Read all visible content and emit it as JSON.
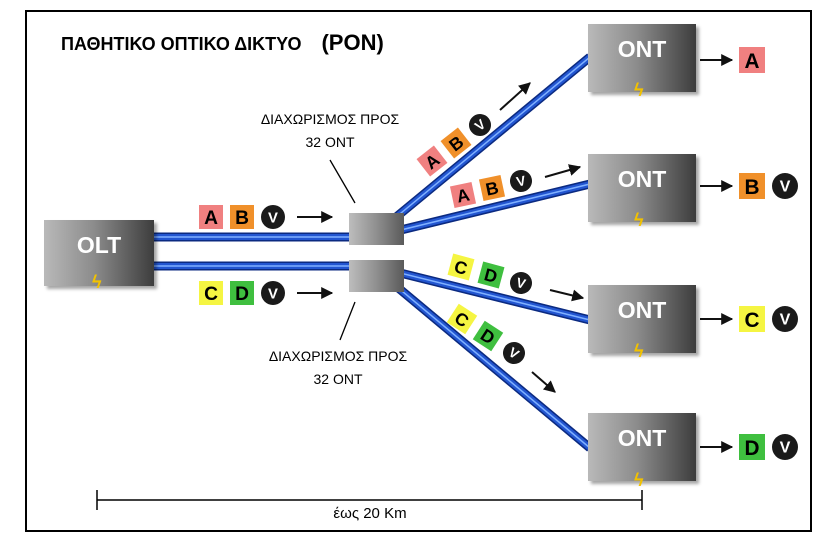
{
  "title": {
    "main": "ΠΑΘΗΤΙΚΟ ΟΠΤΙΚΟ ΔΙΚΤΥΟ",
    "acronym": "(PON)"
  },
  "olt": {
    "label": "OLT"
  },
  "onts": [
    {
      "label": "ONT",
      "outputs": [
        "A"
      ]
    },
    {
      "label": "ONT",
      "outputs": [
        "B",
        "V"
      ]
    },
    {
      "label": "ONT",
      "outputs": [
        "C",
        "V"
      ]
    },
    {
      "label": "ONT",
      "outputs": [
        "D",
        "V"
      ]
    }
  ],
  "splitter_notes": {
    "top": [
      "ΔΙΑΧΩΡΙΣΜΟΣ ΠΡΟΣ",
      "32 ΟΝΤ"
    ],
    "bottom": [
      "ΔΙΑΧΩΡΙΣΜΟΣ ΠΡΟΣ",
      "32 ΟΝΤ"
    ]
  },
  "feeder_labels": {
    "top": [
      "A",
      "B",
      "V"
    ],
    "bottom": [
      "C",
      "D",
      "V"
    ]
  },
  "branch_labels": [
    [
      "A",
      "B",
      "V"
    ],
    [
      "A",
      "B",
      "V"
    ],
    [
      "C",
      "D",
      "V"
    ],
    [
      "C",
      "D",
      "V"
    ]
  ],
  "distance": {
    "label": "έως  20 Km"
  },
  "colors": {
    "A": "#f08080",
    "B": "#f0902a",
    "C": "#f5f542",
    "D": "#3fbf3f",
    "V": "#1a1a1a",
    "fiber": "#2255d0",
    "fiber_highlight": "#7fb0ff",
    "bolt": "#f2c200"
  },
  "icons": {
    "lightning": "lightning-icon",
    "arrow": "arrow-right-icon"
  }
}
